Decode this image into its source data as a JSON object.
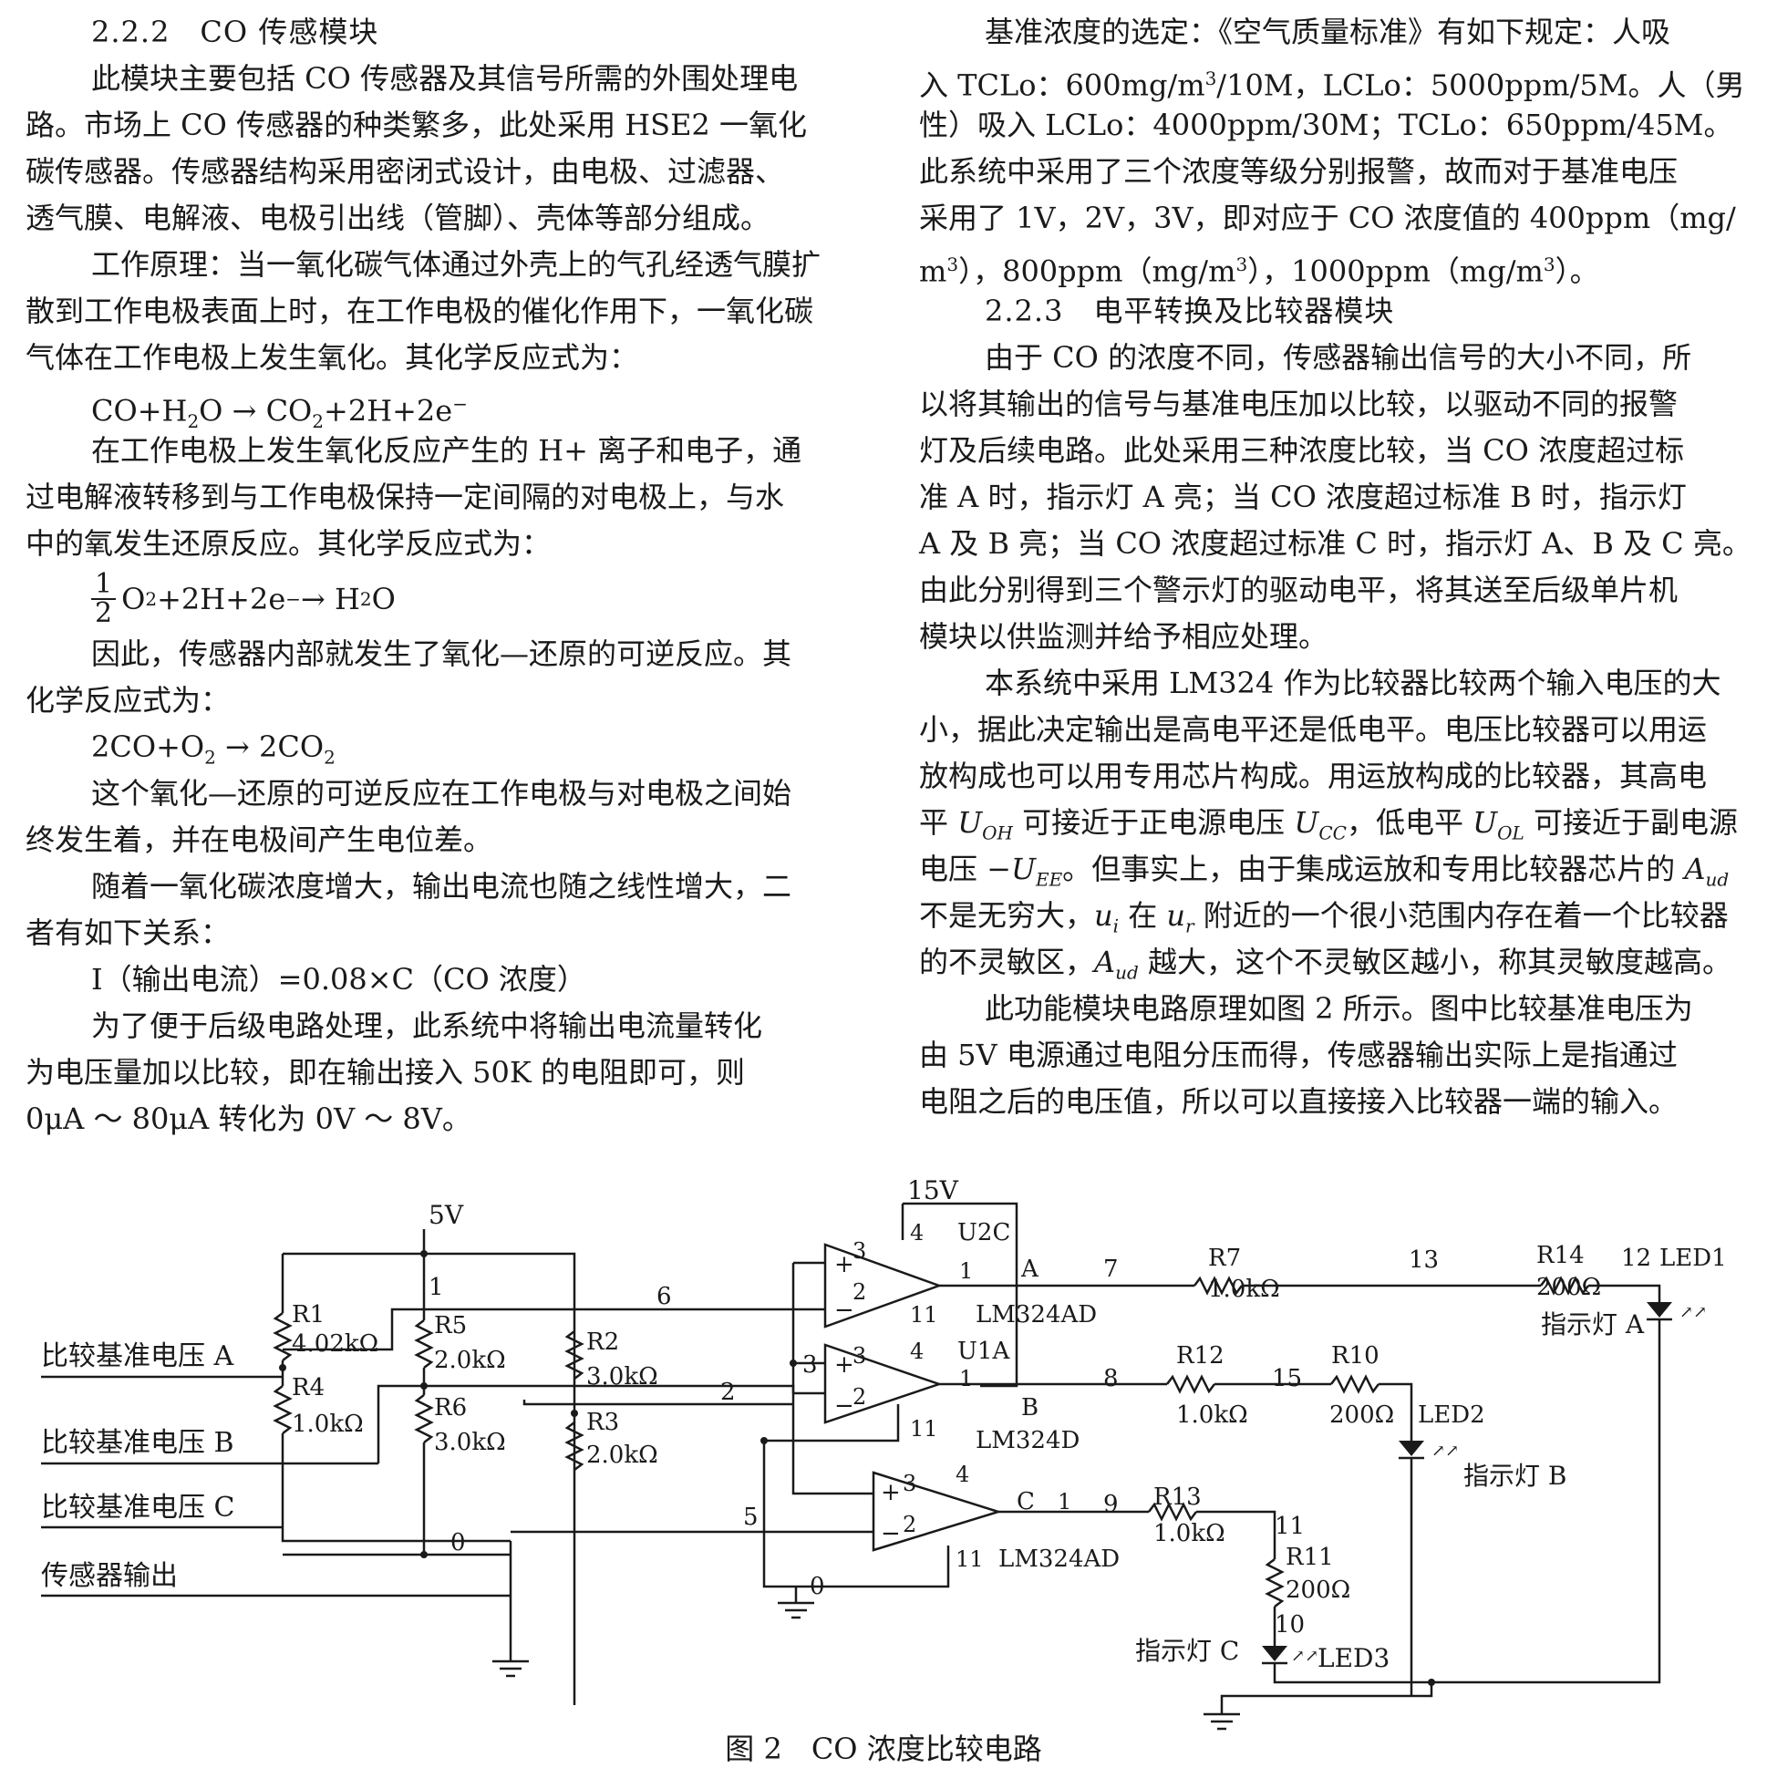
{
  "left_column": [
    {
      "kind": "heading",
      "text": "2.2.2　CO 传感模块"
    },
    {
      "kind": "para-start",
      "text": "此模块主要包括 CO 传感器及其信号所需的外围处理电"
    },
    {
      "kind": "text",
      "text": "路。市场上 CO 传感器的种类繁多，此处采用 HSE2 一氧化"
    },
    {
      "kind": "text",
      "text": "碳传感器。传感器结构采用密闭式设计，由电极、过滤器、"
    },
    {
      "kind": "text",
      "text": "透气膜、电解液、电极引出线（管脚）、壳体等部分组成。"
    },
    {
      "kind": "para-start",
      "text": "工作原理：当一氧化碳气体通过外壳上的气孔经透气膜扩"
    },
    {
      "kind": "text",
      "text": "散到工作电极表面上时，在工作电极的催化作用下，一氧化碳"
    },
    {
      "kind": "text",
      "text": "气体在工作电极上发生氧化。其化学反应式为："
    },
    {
      "kind": "formula1"
    },
    {
      "kind": "para-start",
      "text": "在工作电极上发生氧化反应产生的 H+ 离子和电子，通"
    },
    {
      "kind": "text",
      "text": "过电解液转移到与工作电极保持一定间隔的对电极上，与水"
    },
    {
      "kind": "text",
      "text": "中的氧发生还原反应。其化学反应式为："
    },
    {
      "kind": "formula2"
    },
    {
      "kind": "para-start",
      "text": "因此，传感器内部就发生了氧化—还原的可逆反应。其"
    },
    {
      "kind": "text",
      "text": "化学反应式为："
    },
    {
      "kind": "formula3"
    },
    {
      "kind": "para-start",
      "text": "这个氧化—还原的可逆反应在工作电极与对电极之间始"
    },
    {
      "kind": "text",
      "text": "终发生着，并在电极间产生电位差。"
    },
    {
      "kind": "para-start",
      "text": "随着一氧化碳浓度增大，输出电流也随之线性增大，二"
    },
    {
      "kind": "text",
      "text": "者有如下关系："
    },
    {
      "kind": "para-start",
      "text": "I（输出电流）=0.08×C（CO 浓度）"
    },
    {
      "kind": "para-start",
      "text": "为了便于后级电路处理，此系统中将输出电流量转化"
    },
    {
      "kind": "text",
      "text": "为电压量加以比较，即在输出接入 50K 的电阻即可，则"
    },
    {
      "kind": "text",
      "text": "0μA ～ 80μA 转化为 0V ～ 8V。"
    }
  ],
  "formulas": {
    "f1": {
      "a": "CO+H",
      "a_sub": "2",
      "b": "O → CO",
      "b_sub": "2",
      "c": "+2H+2e",
      "c_sup": "−"
    },
    "f2": {
      "num": "1",
      "den": "2",
      "a": " O",
      "a_sub": "2",
      "b": "+2H+2e",
      "b_sup": "−",
      "c": " → H",
      "c_sub": "2",
      "d": "O"
    },
    "f3": {
      "a": "2CO+O",
      "a_sub": "2",
      "b": " → 2CO",
      "b_sub": "2"
    }
  },
  "right_column": [
    {
      "kind": "para-start",
      "text": "基准浓度的选定：《空气质量标准》有如下规定：人吸"
    },
    {
      "kind": "r2"
    },
    {
      "kind": "text",
      "text": "性）吸入 LCLo：4000ppm/30M；TCLo：650ppm/45M。"
    },
    {
      "kind": "text",
      "text": "此系统中采用了三个浓度等级分别报警，故而对于基准电压"
    },
    {
      "kind": "text",
      "text": "采用了 1V，2V，3V，即对应于 CO 浓度值的 400ppm（mg/"
    },
    {
      "kind": "r6"
    },
    {
      "kind": "heading",
      "text": "2.2.3　电平转换及比较器模块"
    },
    {
      "kind": "para-start",
      "text": "由于 CO 的浓度不同，传感器输出信号的大小不同，所"
    },
    {
      "kind": "text",
      "text": "以将其输出的信号与基准电压加以比较，以驱动不同的报警"
    },
    {
      "kind": "text",
      "text": "灯及后续电路。此处采用三种浓度比较，当 CO 浓度超过标"
    },
    {
      "kind": "text",
      "text": "准 A 时，指示灯 A 亮；当 CO 浓度超过标准 B 时，指示灯"
    },
    {
      "kind": "text",
      "text": "A 及 B 亮；当 CO 浓度超过标准 C 时，指示灯 A、B 及 C 亮。"
    },
    {
      "kind": "text",
      "text": "由此分别得到三个警示灯的驱动电平，将其送至后级单片机"
    },
    {
      "kind": "text",
      "text": "模块以供监测并给予相应处理。"
    },
    {
      "kind": "para-start",
      "text": "本系统中采用 LM324 作为比较器比较两个输入电压的大"
    },
    {
      "kind": "text",
      "text": "小，据此决定输出是高电平还是低电平。电压比较器可以用运"
    },
    {
      "kind": "text",
      "text": "放构成也可以用专用芯片构成。用运放构成的比较器，其高电"
    },
    {
      "kind": "r18"
    },
    {
      "kind": "r19"
    },
    {
      "kind": "r20"
    },
    {
      "kind": "r21"
    },
    {
      "kind": "para-start",
      "text": "此功能模块电路原理如图 2 所示。图中比较基准电压为"
    },
    {
      "kind": "text",
      "text": "由 5V 电源通过电阻分压而得，传感器输出实际上是指通过"
    },
    {
      "kind": "text",
      "text": "电阻之后的电压值，所以可以直接接入比较器一端的输入。"
    }
  ],
  "rich": {
    "r2": [
      "入 TCLo：600mg/m",
      "3",
      "/10M，LCLo：5000ppm/5M。人（男"
    ],
    "r6": [
      "m",
      "3",
      "），800ppm（mg/m",
      "3",
      "），1000ppm（mg/m",
      "3",
      "）。"
    ],
    "r18": [
      "平 ",
      "U",
      "OH",
      " 可接近于正电源电压 ",
      "U",
      "CC",
      "，低电平 ",
      "U",
      "OL",
      " 可接近于副电源"
    ],
    "r19": [
      "电压 −",
      "U",
      "EE",
      "。但事实上，由于集成运放和专用比较器芯片的 ",
      "A",
      "ud"
    ],
    "r20": [
      "不是无穷大，",
      "u",
      "i",
      " 在 ",
      "u",
      "r",
      " 附近的一个很小范围内存在着一个比较器"
    ],
    "r21": [
      "的不灵敏区，",
      "A",
      "ud",
      " 越大，这个不灵敏区越小，称其灵敏度越高。"
    ]
  },
  "circuit": {
    "inputs": [
      "比较基准电压 A",
      "比较基准电压 B",
      "比较基准电压 C",
      "传感器输出"
    ],
    "supply_5v": "5V",
    "supply_15v": "15V",
    "resistors": {
      "R1": [
        "R1",
        "4.02kΩ"
      ],
      "R4": [
        "R4",
        "1.0kΩ"
      ],
      "R5": [
        "R5",
        "2.0kΩ"
      ],
      "R6": [
        "R6",
        "3.0kΩ"
      ],
      "R2": [
        "R2",
        "3.0kΩ"
      ],
      "R3": [
        "R3",
        "2.0kΩ"
      ],
      "R7": [
        "R7",
        "1.0kΩ"
      ],
      "R12": [
        "R12",
        "1.0kΩ"
      ],
      "R13": [
        "R13",
        "1.0kΩ"
      ],
      "R14": [
        "R14",
        "200Ω"
      ],
      "R10": [
        "R10",
        "200Ω"
      ],
      "R11": [
        "R11",
        "200Ω"
      ]
    },
    "opamps": {
      "u2c": "U2C",
      "u2c_part": "LM324AD",
      "u1a": "U1A",
      "u1a_part": "LM324D",
      "u3": "LM324AD"
    },
    "leds": {
      "led1": "LED1",
      "led2": "LED2",
      "led3": "LED3",
      "lamp_a": "指示灯 A",
      "lamp_b": "指示灯 B",
      "lamp_c": "指示灯 C"
    },
    "nodes": {
      "n1": "1",
      "n6": "6",
      "n2": "2",
      "n5": "5",
      "n0a": "0",
      "n0b": "0",
      "n3": "3",
      "n7": "7",
      "n8": "8",
      "n9": "9",
      "n13": "13",
      "n15": "15",
      "n12": "12",
      "n11": "11",
      "n10": "10",
      "A": "A",
      "B": "B",
      "C": "C"
    },
    "pins": {
      "p3": "3",
      "p2": "2",
      "p4": "4",
      "p11": "11",
      "p1": "1"
    }
  },
  "caption": "图 2　CO 浓度比较电路"
}
